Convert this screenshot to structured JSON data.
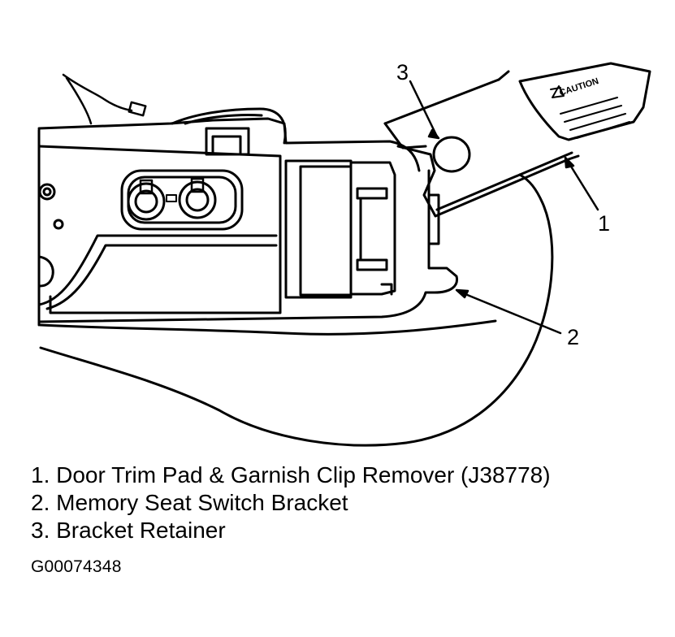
{
  "callouts": {
    "one": "1",
    "two": "2",
    "three": "3"
  },
  "tool_label": "CAUTION",
  "legend": [
    "1. Door Trim Pad & Garnish Clip Remover (J38778)",
    "2. Memory Seat Switch Bracket",
    "3. Bracket Retainer"
  ],
  "figure_id": "G00074348"
}
